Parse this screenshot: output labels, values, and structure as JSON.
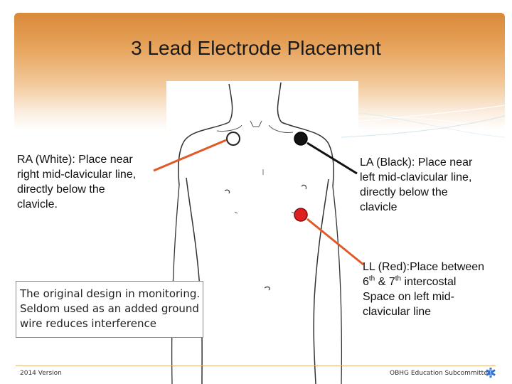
{
  "slide": {
    "title": "3 Lead Electrode Placement",
    "ra_text": "RA (White): Place near\nright mid-clavicular line,\ndirectly below the\nclavicle.",
    "la_text": "LA (Black): Place near\nleft mid-clavicular line,\ndirectly below the\nclavicle",
    "ll": {
      "line1": "LL (Red):Place between",
      "ord1": "6",
      "sup1": "th",
      "amp": " & ",
      "ord2": "7",
      "sup2": "th",
      "line2_rest": " intercostal",
      "line3": "Space on left mid-",
      "line4": "clavicular line"
    },
    "note_text": "The original design in monitoring.\nSeldom used as an added ground\nwire reduces interference",
    "footer_left": "2014  Version",
    "footer_right": "OBHG Education Subcommittee"
  },
  "electrodes": {
    "ra_color": "#ffffff",
    "la_color": "#111111",
    "ll_color": "#e02020"
  },
  "colors": {
    "ra_line": "#e05a28",
    "la_line": "#111111",
    "ll_line": "#e05a28",
    "star_icon": "#2e6fd0"
  },
  "icons": {
    "footer_logo": "star-of-life-icon"
  }
}
